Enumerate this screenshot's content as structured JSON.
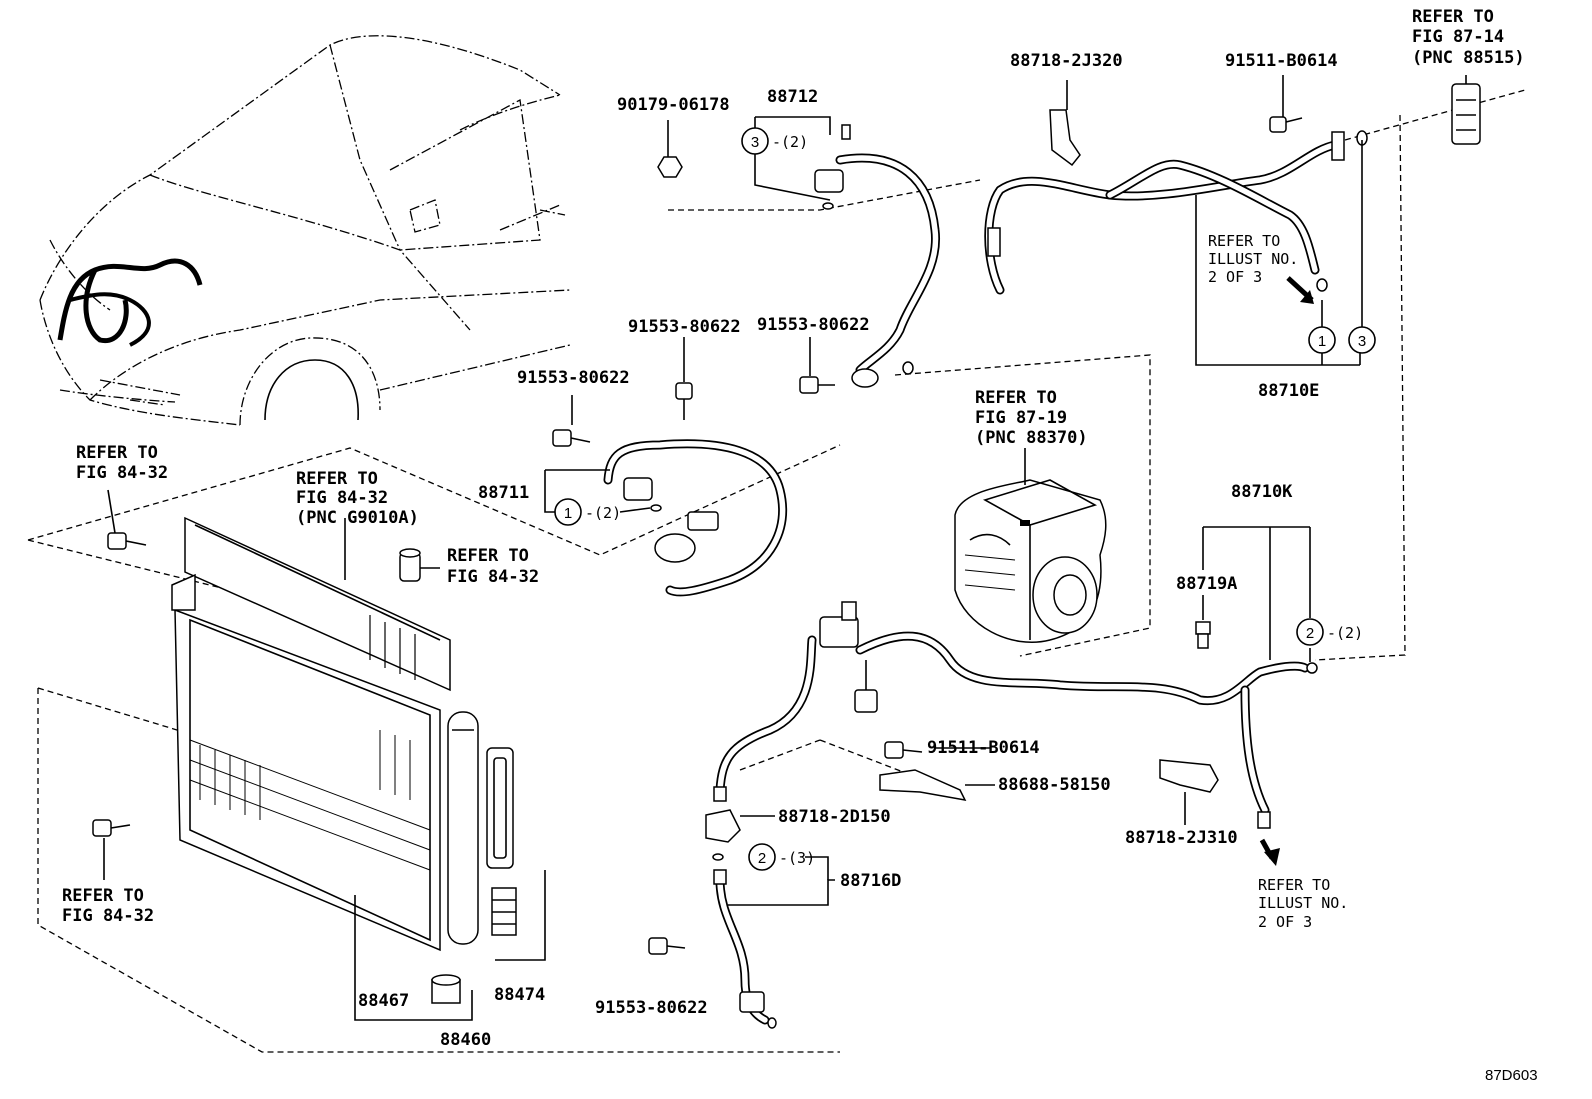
{
  "diagram": {
    "code": "87D603",
    "refs": {
      "fig_87_14": [
        "REFER TO",
        "FIG 87-14",
        "(PNC 88515)"
      ],
      "illust_top": [
        "REFER TO",
        "ILLUST NO.",
        "2 OF 3"
      ],
      "illust_bottom": [
        "REFER TO",
        "ILLUST NO.",
        "2 OF 3"
      ],
      "fig_87_19": [
        "REFER TO",
        "FIG 87-19",
        "(PNC 88370)"
      ],
      "fig_84_32_left_top": [
        "REFER TO",
        "FIG 84-32"
      ],
      "fig_84_32_g9010a": [
        "REFER TO",
        "FIG 84-32",
        "(PNC G9010A)"
      ],
      "fig_84_32_mid": [
        "REFER TO",
        "FIG 84-32"
      ],
      "fig_84_32_left_bottom": [
        "REFER TO",
        "FIG 84-32"
      ]
    },
    "parts": {
      "p88718_2J320": "88718-2J320",
      "p91511_B0614_top": "91511-B0614",
      "p90179_06178": "90179-06178",
      "p88712": "88712",
      "p91553_80622_a": "91553-80622",
      "p91553_80622_b": "91553-80622",
      "p91553_80622_c": "91553-80622",
      "p91553_80622_d": "91553-80622",
      "p88710E": "88710E",
      "p88711": "88711",
      "p88710K": "88710K",
      "p88719A": "88719A",
      "p91511_B0614_mid": "91511-B0614",
      "p88688_58150": "88688-58150",
      "p88718_2D150": "88718-2D150",
      "p88716D": "88716D",
      "p88718_2J310": "88718-2J310",
      "p88467": "88467",
      "p88474": "88474",
      "p88460": "88460"
    },
    "callouts": {
      "c1_top": "1",
      "c3_top": "3",
      "c3_88712": "3",
      "c3_88712_qty": "-(2)",
      "c1_88711": "1",
      "c1_88711_qty": "-(2)",
      "c2_88710K": "2",
      "c2_88710K_qty": "-(2)",
      "c2_88716D": "2",
      "c2_88716D_qty": "-(3)"
    }
  }
}
